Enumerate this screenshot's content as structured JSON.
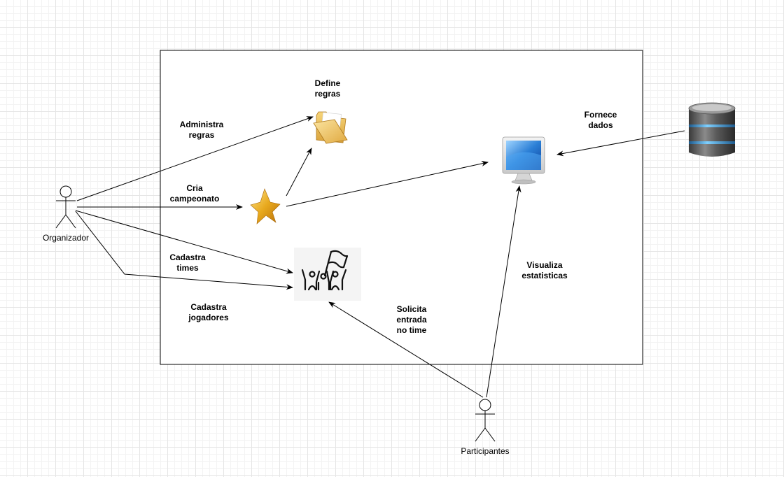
{
  "actors": {
    "organizer": "Organizador",
    "participants": "Participantes"
  },
  "labels": {
    "administra_regras": "Administra\nregras",
    "define_regras": "Define\nregras",
    "cria_campeonato": "Cria\ncampeonato",
    "cadastra_times": "Cadastra\ntimes",
    "cadastra_jogadores": "Cadastra\njogadores",
    "fornece_dados": "Fornece\ndados",
    "visualiza_estatisticas": "Visualiza\nestatisticas",
    "solicita_entrada": "Solicita\nentrada\nno time"
  },
  "icons": {
    "folder": "folder-icon",
    "star": "star-icon",
    "team": "team-icon",
    "monitor": "monitor-icon",
    "database": "database-icon"
  }
}
